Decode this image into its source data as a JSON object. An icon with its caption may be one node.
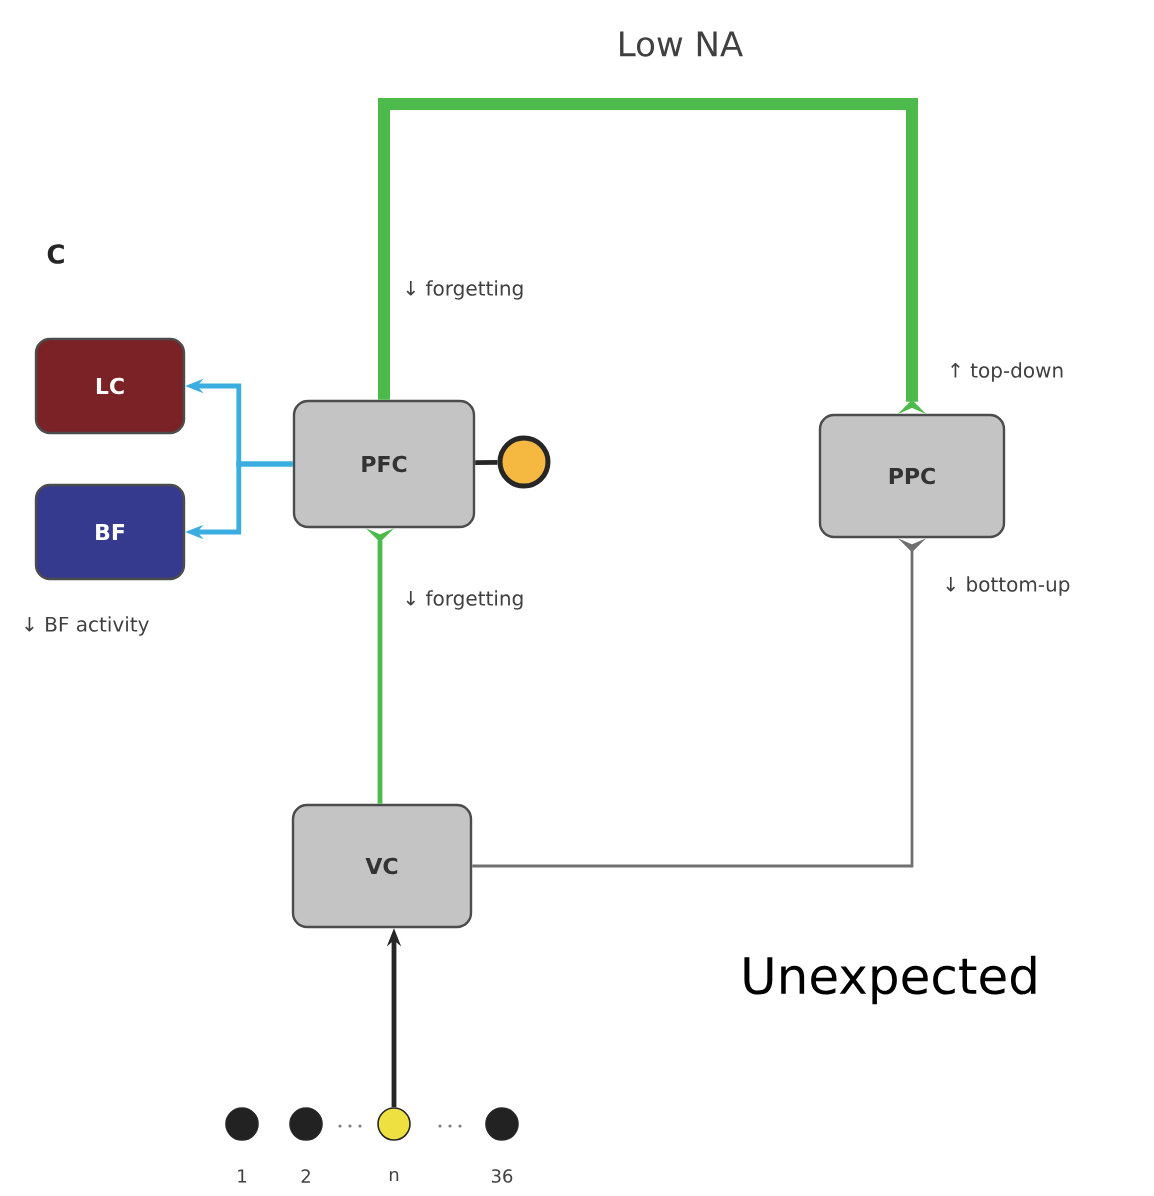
{
  "diagram": {
    "title": "Low NA",
    "nodes": [
      {
        "text": [
          "LC"
        ]
      },
      {
        "text": [
          "BF"
        ],
        "beside": [
          "↓ BF activity"
        ]
      },
      {
        "text": [
          "PFC"
        ]
      },
      {
        "text": [
          "PPC"
        ]
      },
      {
        "text": [
          "VC"
        ]
      },
      {
        "text": [],
        "shape": "circle"
      },
      {
        "text": [],
        "shape": "circle",
        "beside": [
          "1"
        ]
      },
      {
        "text": [],
        "shape": "circle",
        "beside": [
          "2"
        ]
      },
      {
        "text": [],
        "shape": "circle",
        "beside": [
          "n"
        ]
      },
      {
        "text": [],
        "shape": "circle",
        "beside": [
          "36"
        ]
      }
    ],
    "edges": [
      {
        "from": 2,
        "to": 0,
        "arrow": "to",
        "color": "#3aaee0"
      },
      {
        "from": 2,
        "to": 1,
        "arrow": "to",
        "color": "#3aaee0"
      },
      {
        "from": 2,
        "to": 3,
        "arrow": "other",
        "style": "thick",
        "color": "#4cbb4c",
        "label": "↓ forgetting"
      },
      {
        "from": 4,
        "to": 2,
        "arrow": "other",
        "color": "#4cbb4c",
        "label": "↓ forgetting"
      },
      {
        "from": 4,
        "to": 3,
        "arrow": "other",
        "color": "#707070",
        "label": "↓ bottom-up"
      },
      {
        "from": 2,
        "to": 5,
        "arrow": "none",
        "color": "#262626"
      },
      {
        "from": 8,
        "to": 4,
        "arrow": "to",
        "color": "#262626"
      }
    ],
    "labels": [
      "C",
      "↑ top-down",
      "Unexpected"
    ]
  }
}
